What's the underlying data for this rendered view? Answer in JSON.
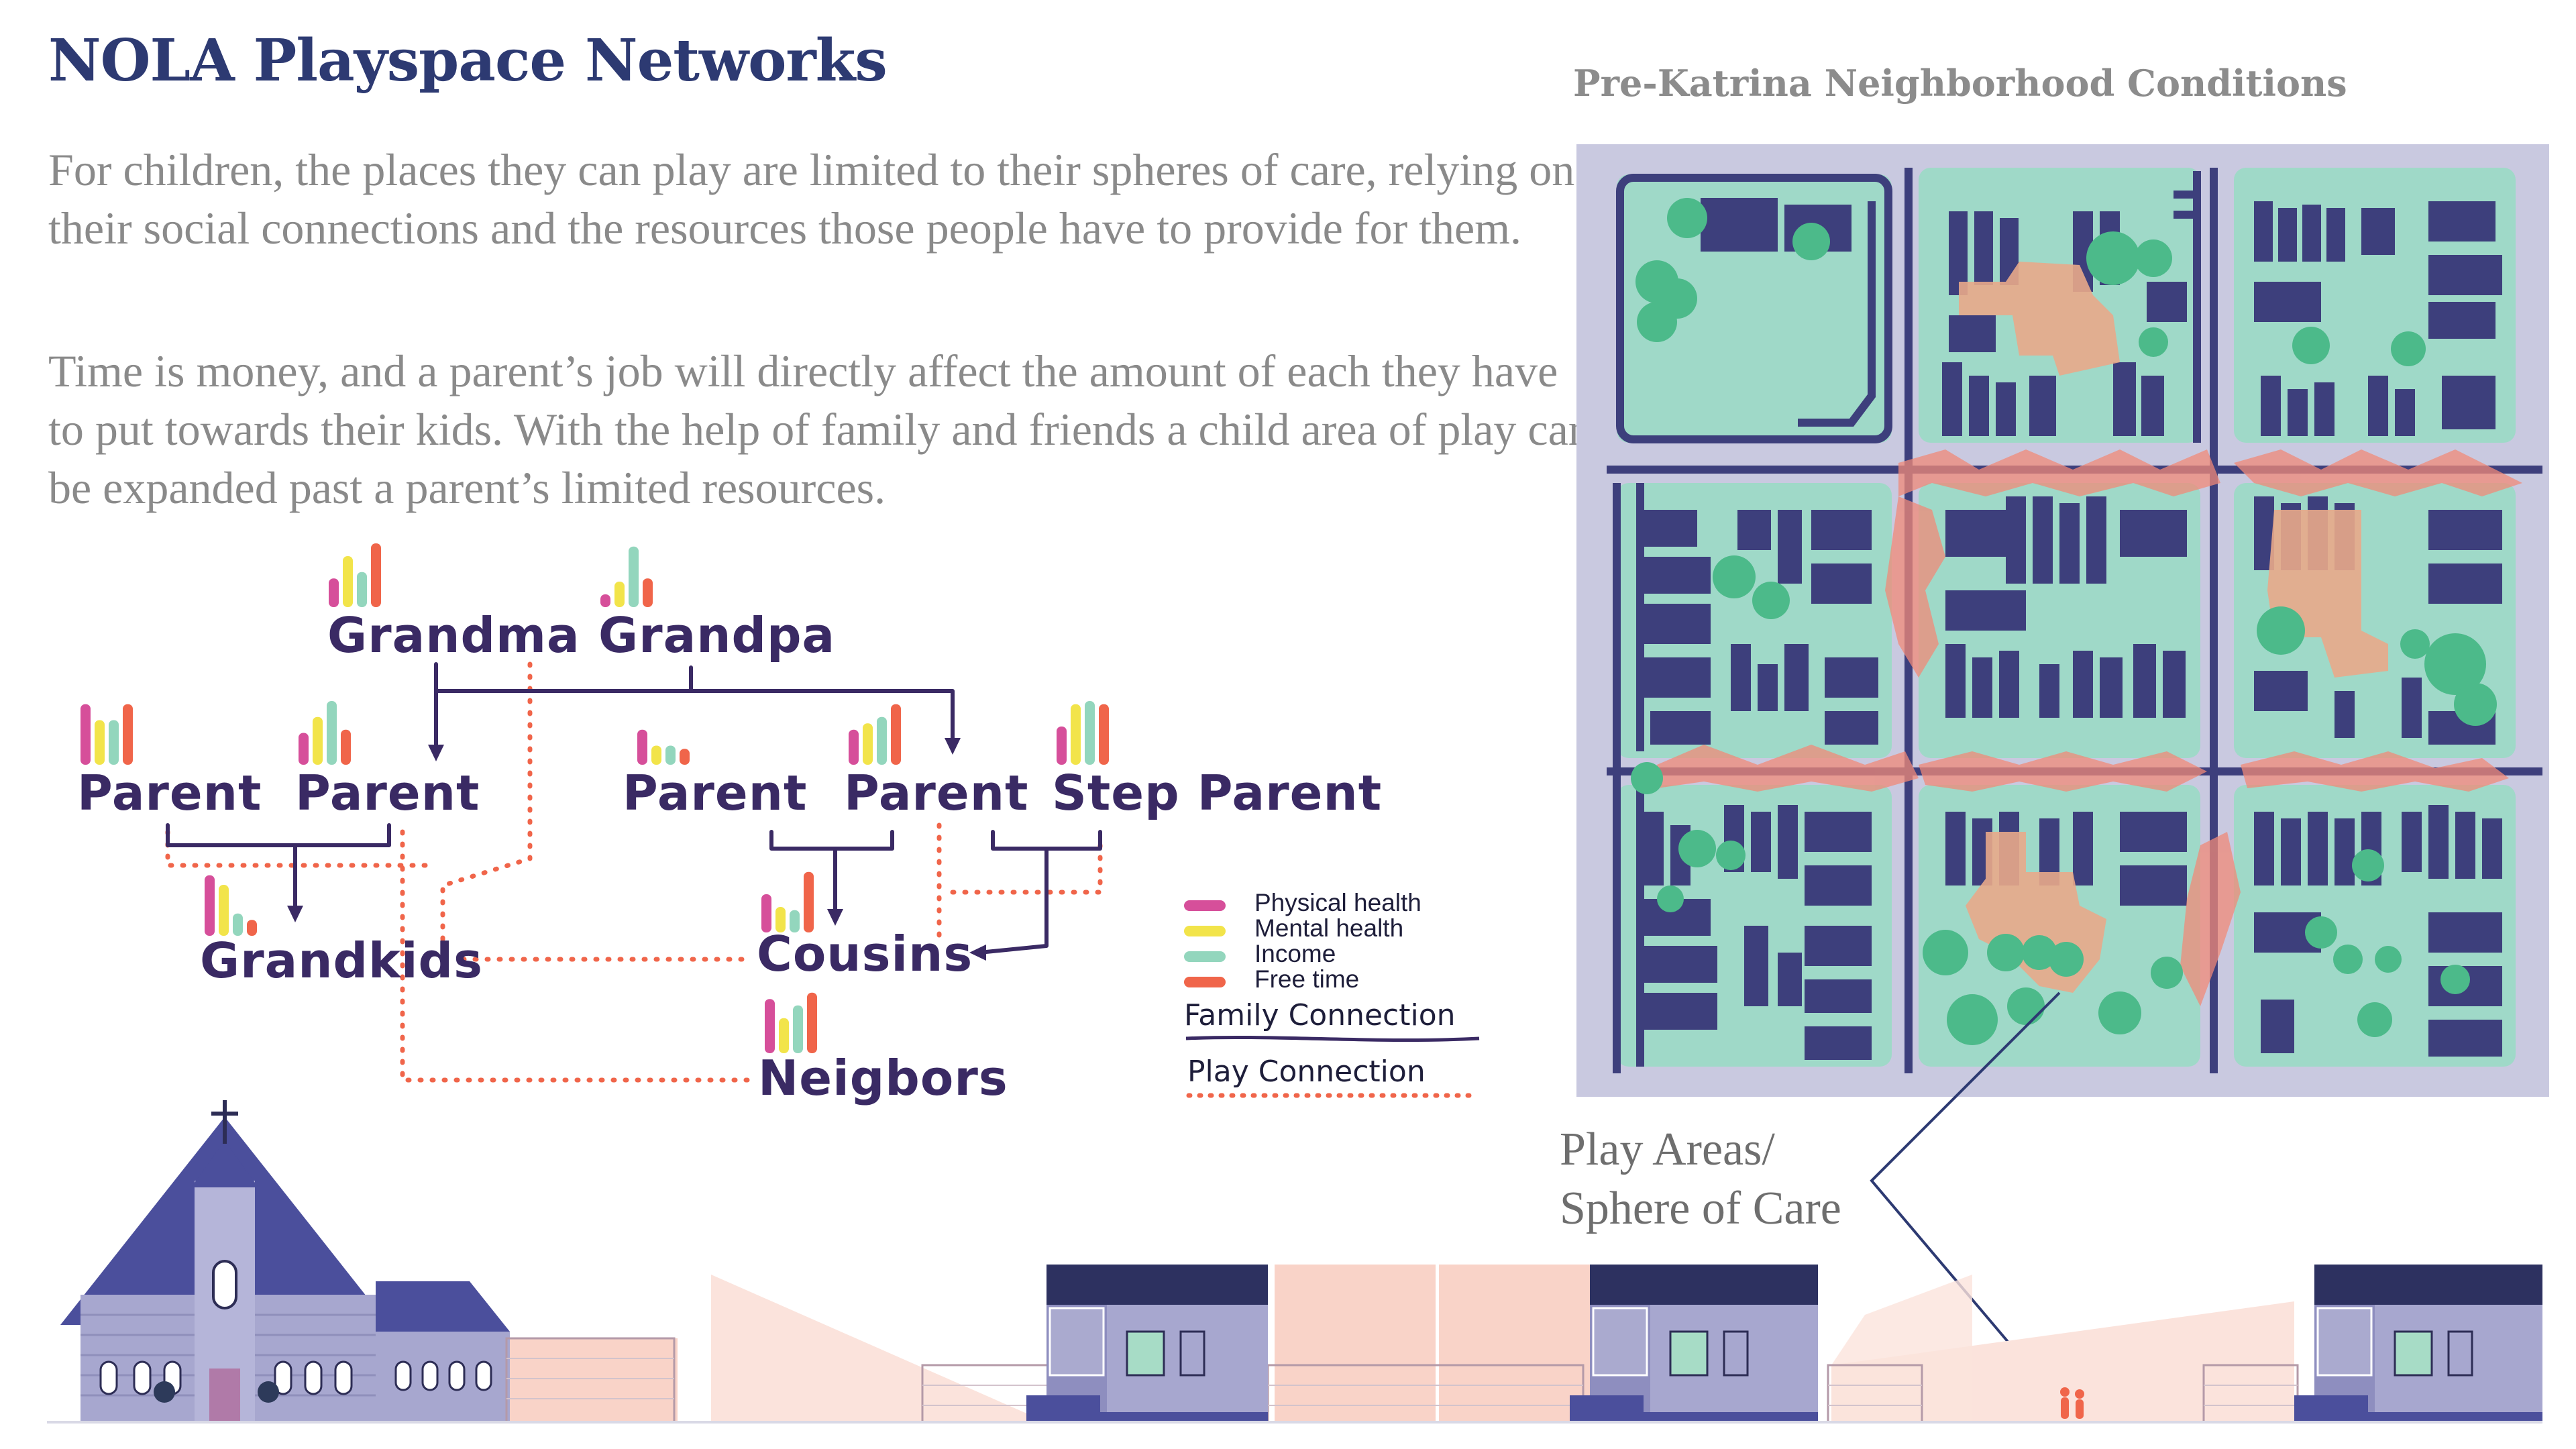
{
  "title": "NOLA Playspace Networks",
  "paragraph_1": "For children, the places they can play are limited to their spheres of care, relying on their social connections and the resources those people have to provide for them.",
  "paragraph_2": "Time is money, and a parent’s job will directly affect the amount of each they have to put towards their kids. With the help of family and friends a child area of play can be expanded past a parent’s limited resources.",
  "map_title": "Pre-Katrina Neighborhood Conditions",
  "nodes": {
    "grandma": "Grandma",
    "grandpa": "Grandpa",
    "parent_1": "Parent",
    "parent_2": "Parent",
    "parent_3": "Parent",
    "parent_4": "Parent",
    "step_parent": "Step Parent",
    "grandkids": "Grandkids",
    "cousins": "Cousins",
    "neigbors": "Neigbors"
  },
  "legend": {
    "physical_health": "Physical health",
    "mental_health": "Mental health",
    "income": "Income",
    "free_time": "Free time",
    "family_connection": "Family Connection",
    "play_connection": "Play Connection"
  },
  "callout": {
    "line1": "Play Areas/",
    "line2": "Sphere of Care"
  },
  "colors": {
    "title": "#2d3a72",
    "physical_health": "#d64f9a",
    "mental_health": "#f2e44a",
    "income": "#93d6bd",
    "free_time": "#f0654a",
    "family_connection": "#3a2a64",
    "play_connection": "#f0654a",
    "map_background": "#c9c9e0",
    "block": "#9fd9c8",
    "building": "#3d3f7c",
    "play_area": "#e8a88a"
  },
  "resource_bars": {
    "grandma": [
      0.45,
      0.8,
      0.55,
      1.0
    ],
    "grandpa": [
      0.2,
      0.4,
      0.95,
      0.45
    ],
    "parent_1": [
      0.95,
      0.7,
      0.7,
      0.95
    ],
    "parent_2": [
      0.5,
      0.75,
      1.0,
      0.55
    ],
    "parent_3": [
      0.55,
      0.3,
      0.3,
      0.25
    ],
    "parent_4": [
      0.55,
      0.65,
      0.75,
      0.95
    ],
    "step_parent": [
      0.6,
      0.95,
      1.0,
      0.95
    ],
    "grandkids": [
      0.95,
      0.8,
      0.35,
      0.25
    ],
    "cousins": [
      0.6,
      0.4,
      0.35,
      0.95
    ],
    "neigbors": [
      0.85,
      0.55,
      0.75,
      0.95
    ]
  }
}
